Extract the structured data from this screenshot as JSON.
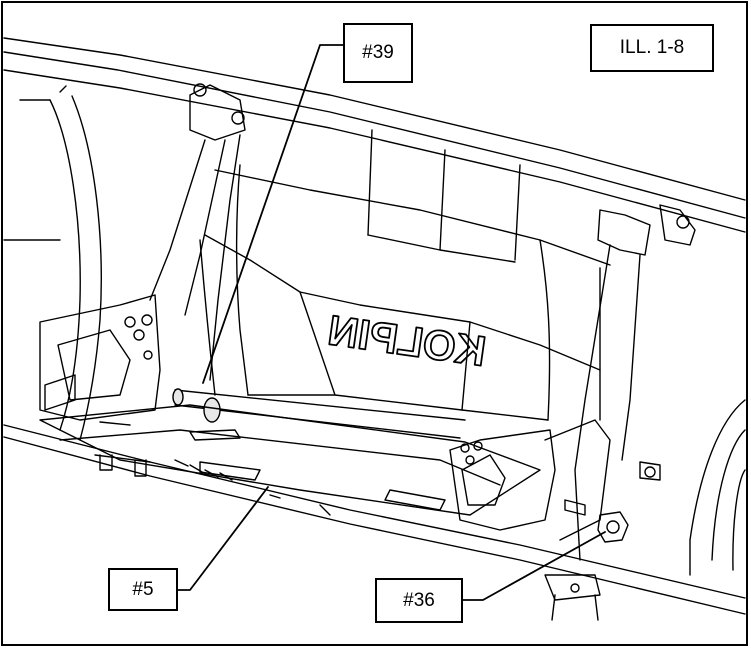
{
  "illustration": {
    "label": "ILL. 1-8",
    "logo_text": "KOLPIN"
  },
  "callouts": [
    {
      "id": "c39",
      "text": "#39"
    },
    {
      "id": "c5",
      "text": "#5"
    },
    {
      "id": "c36",
      "text": "#36"
    }
  ],
  "colors": {
    "line": "#000000",
    "background": "#ffffff",
    "shade": "#e8e8e8"
  }
}
